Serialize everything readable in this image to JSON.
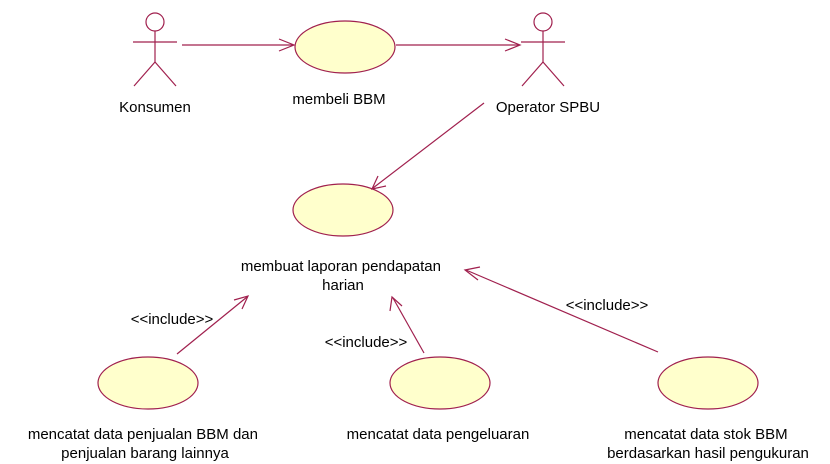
{
  "colors": {
    "line": "#a0204e",
    "usecase_fill": "#ffffcc",
    "text": "#000000",
    "background": "#ffffff"
  },
  "actors": [
    {
      "id": "konsumen",
      "label": "Konsumen"
    },
    {
      "id": "operator",
      "label": "Operator SPBU"
    }
  ],
  "usecases": [
    {
      "id": "membeli",
      "label": "membeli BBM"
    },
    {
      "id": "laporan",
      "label_lines": [
        "membuat laporan pendapatan",
        "harian"
      ]
    },
    {
      "id": "penjualan",
      "label_lines": [
        "mencatat data penjualan BBM dan",
        "penjualan barang lainnya"
      ]
    },
    {
      "id": "pengeluaran",
      "label": "mencatat data pengeluaran"
    },
    {
      "id": "stok",
      "label_lines": [
        "mencatat data stok BBM",
        "berdasarkan hasil pengukuran"
      ]
    }
  ],
  "relations": [
    {
      "id": "konsumen-membeli",
      "from": "konsumen",
      "to": "membeli",
      "type": "association"
    },
    {
      "id": "membeli-operator",
      "from": "membeli",
      "to": "operator",
      "type": "association"
    },
    {
      "id": "operator-laporan",
      "from": "operator",
      "to": "laporan",
      "type": "association"
    },
    {
      "id": "penjualan-laporan",
      "from": "penjualan",
      "to": "laporan",
      "type": "include",
      "stereotype": "<<include>>"
    },
    {
      "id": "pengeluaran-laporan",
      "from": "pengeluaran",
      "to": "laporan",
      "type": "include",
      "stereotype": "<<include>>"
    },
    {
      "id": "stok-laporan",
      "from": "stok",
      "to": "laporan",
      "type": "include",
      "stereotype": "<<include>>"
    }
  ]
}
